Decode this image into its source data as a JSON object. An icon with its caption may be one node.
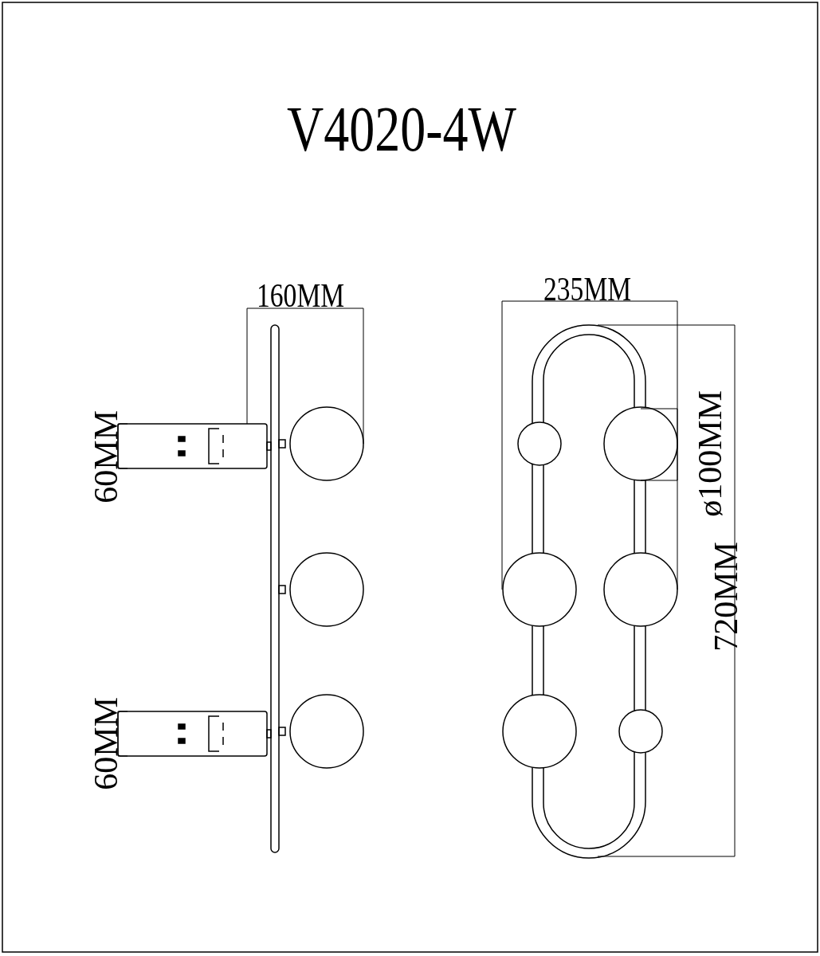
{
  "diagram": {
    "title": "V4020-4W",
    "labels": [
      "160MM",
      "235MM",
      "60MM",
      "ø100MM",
      "720MM",
      "60MM"
    ]
  }
}
